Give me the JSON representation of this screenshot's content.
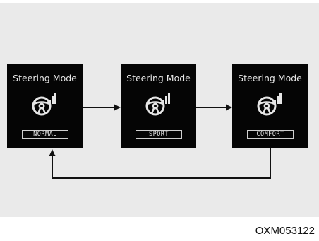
{
  "modes": [
    {
      "title": "Steering Mode",
      "label": "NORMAL",
      "icon": "steering-wheel-icon"
    },
    {
      "title": "Steering Mode",
      "label": "SPORT",
      "icon": "steering-wheel-icon"
    },
    {
      "title": "Steering Mode",
      "label": "COMFORT",
      "icon": "steering-wheel-icon"
    }
  ],
  "caption": "OXM053122",
  "colors": {
    "background": "#eaeaea",
    "box": "#050505",
    "text": "#e6e6e6",
    "arrow": "#111111"
  }
}
